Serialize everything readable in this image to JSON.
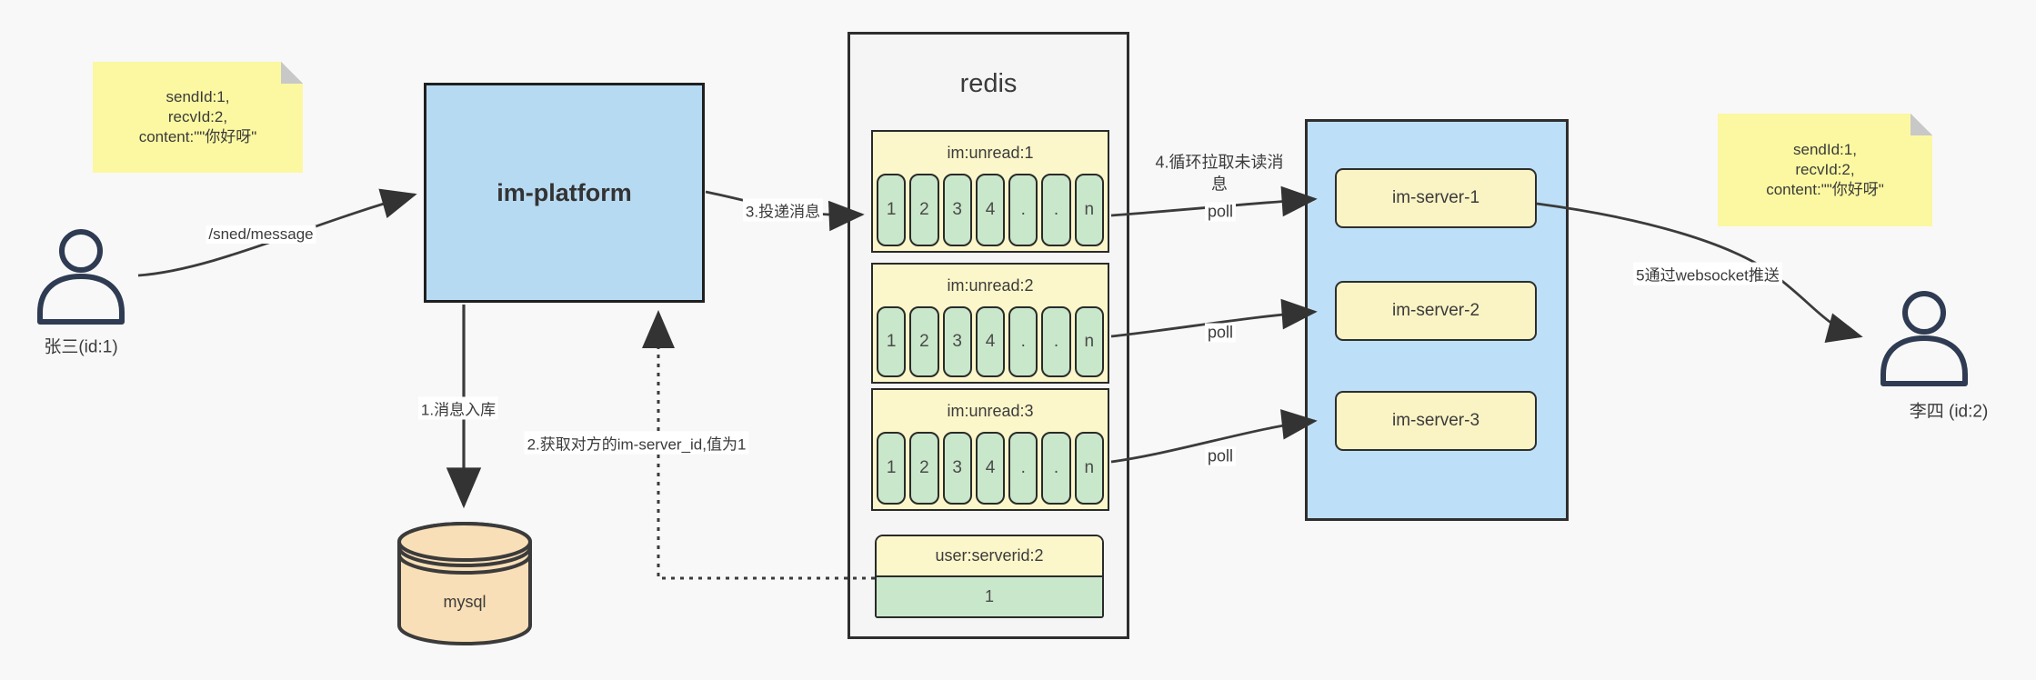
{
  "canvas": {
    "title": "im message push architecture diagram"
  },
  "colors": {
    "background": "#F8F8F8",
    "platform_blue": "#B7DAF3",
    "servers_blue": "#BDE0F8",
    "note_yellow": "#FBF8A1",
    "block_yellow": "#FCF7CA",
    "server_yellow": "#FAF3C4",
    "cell_green": "#C9E7CA",
    "db_orange": "#F9DFB7",
    "line_dark": "#3B3B3B"
  },
  "actors": {
    "sender": {
      "label": "张三(id:1)"
    },
    "receiver": {
      "label": "李四 (id:2)"
    }
  },
  "notes": {
    "left": {
      "line1": "sendId:1,",
      "line2": "recvId:2,",
      "line3": "content:\"\"你好呀\""
    },
    "right": {
      "line1": "sendId:1,",
      "line2": "recvId:2,",
      "line3": "content:\"\"你好呀\""
    }
  },
  "platform": {
    "label": "im-platform"
  },
  "database": {
    "label": "mysql"
  },
  "redis": {
    "title": "redis",
    "queues": [
      {
        "title": "im:unread:1",
        "cells": [
          "1",
          "2",
          "3",
          "4",
          ".",
          ".",
          "n"
        ]
      },
      {
        "title": "im:unread:2",
        "cells": [
          "1",
          "2",
          "3",
          "4",
          ".",
          ".",
          "n"
        ]
      },
      {
        "title": "im:unread:3",
        "cells": [
          "1",
          "2",
          "3",
          "4",
          ".",
          ".",
          "n"
        ]
      }
    ],
    "kv": {
      "title": "user:serverid:2",
      "value": "1"
    }
  },
  "servers": {
    "items": [
      {
        "label": "im-server-1"
      },
      {
        "label": "im-server-2"
      },
      {
        "label": "im-server-3"
      }
    ]
  },
  "edges": {
    "send_api": "/sned/message",
    "step1": "1.消息入库",
    "step2": "2.获取对方的im-server_id,值为1",
    "step3": "3.投递消息",
    "step4": "4.循环拉取未读消息",
    "poll1": "poll",
    "poll2": "poll",
    "poll3": "poll",
    "step5": "5通过websocket推送"
  }
}
